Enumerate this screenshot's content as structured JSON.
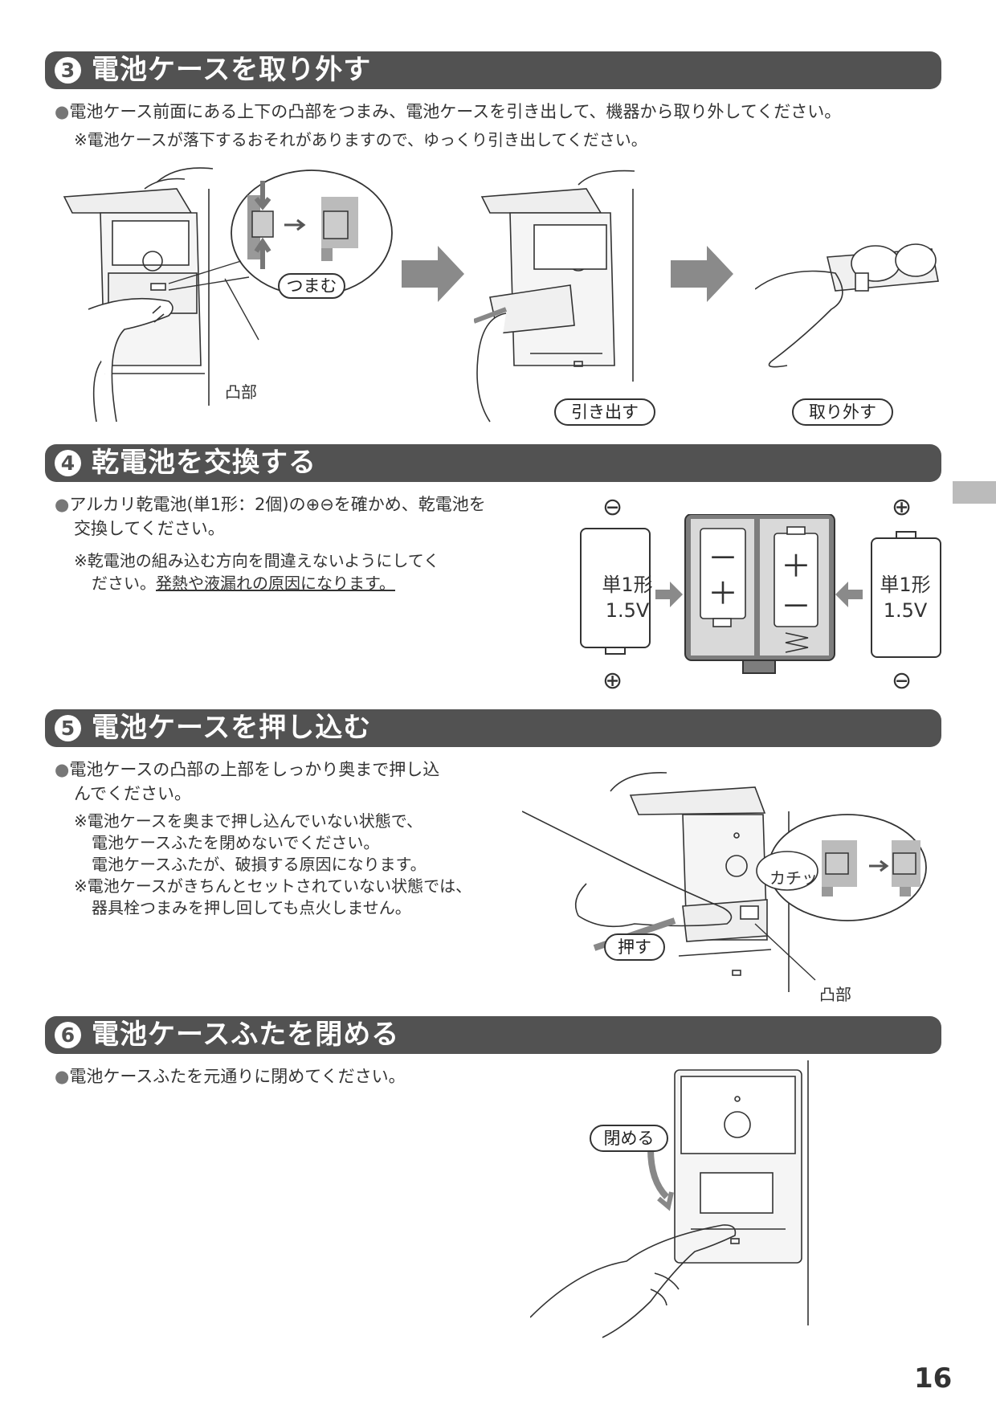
{
  "sections": [
    {
      "number": "3",
      "title": "電池ケースを取り外す",
      "bullet": "●",
      "lines": [
        "電池ケース前面にある上下の凸部をつまみ、電池ケースを引き出して、機器から取り外してください。",
        "※電池ケースが落下するおそれがありますので、ゆっくり引き出してください。"
      ],
      "labels": {
        "pinch": "つまむ",
        "boss": "凸部",
        "pull": "引き出す",
        "remove": "取り外す"
      }
    },
    {
      "number": "4",
      "title": "乾電池を交換する",
      "bullet": "●",
      "lines": [
        "アルカリ乾電池(単1形：2個)の⊕⊖を確かめ、乾電池を",
        "交換してください。",
        "※乾電池の組み込む方向を間違えないようにしてく",
        "ださい。"
      ],
      "underlined": "発熱や液漏れの原因になります。",
      "battery": {
        "type": "単1形",
        "voltage": "1.5V",
        "plus": "⊕",
        "minus": "⊖",
        "plus_mark": "＋",
        "minus_mark": "－"
      }
    },
    {
      "number": "5",
      "title": "電池ケースを押し込む",
      "bullet": "●",
      "lines": [
        "電池ケースの凸部の上部をしっかり奥まで押し込",
        "んでください。",
        "※電池ケースを奥まで押し込んでいない状態で、",
        "電池ケースふたを閉めないでください。",
        "電池ケースふたが、破損する原因になります。",
        "※電池ケースがきちんとセットされていない状態では、",
        "器具栓つまみを押し回しても点火しません。"
      ],
      "labels": {
        "push": "押す",
        "click": "カチッ",
        "boss": "凸部"
      }
    },
    {
      "number": "6",
      "title": "電池ケースふたを閉める",
      "bullet": "●",
      "lines": [
        "電池ケースふたを元通りに閉めてください。"
      ],
      "labels": {
        "close": "閉める"
      }
    }
  ],
  "page_number": "16",
  "colors": {
    "bar": "#525252",
    "arrow": "#8a8a8a",
    "case": "#7d7d7d",
    "tab": "#bbbbbb"
  }
}
